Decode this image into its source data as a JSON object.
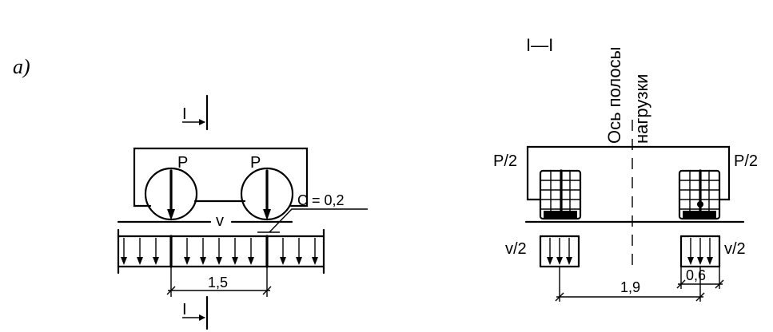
{
  "figure_label": "а)",
  "left_view": {
    "section_mark": "I",
    "load_left": "P",
    "load_right": "P",
    "pressure": "v",
    "clearance": "C = 0,2",
    "axle_spacing": "1,5"
  },
  "right_view": {
    "section_title": "I—I",
    "axis_line1": "Ось полосы",
    "axis_line2": "нагрузки",
    "load_left": "P/2",
    "load_right": "P/2",
    "pressure_left": "v/2",
    "pressure_right": "v/2",
    "track_width": "1,9",
    "wheel_width": "0,6"
  }
}
